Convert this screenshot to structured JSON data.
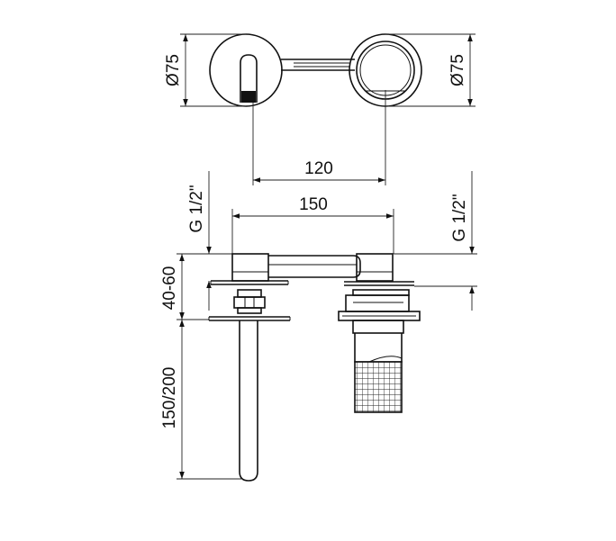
{
  "dimensions": {
    "plate_diameter_left": "Ø75",
    "plate_diameter_right": "Ø75",
    "center_distance": "120",
    "overall_width": "150",
    "thread_left": "G 1/2\"",
    "thread_right": "G 1/2\"",
    "wall_depth": "40-60",
    "spout_length": "150/200"
  }
}
